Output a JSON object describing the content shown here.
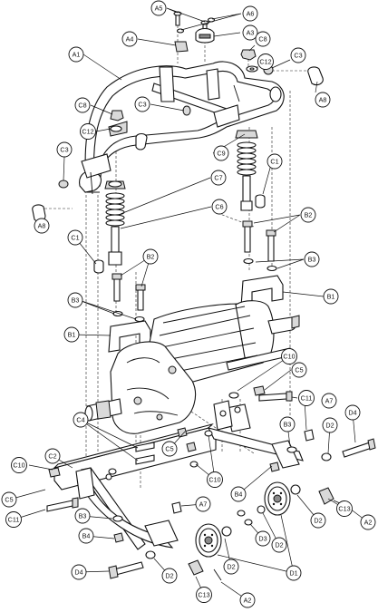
{
  "callouts": [
    {
      "id": "A5",
      "label": "A5"
    },
    {
      "id": "A6",
      "label": "A6"
    },
    {
      "id": "A4",
      "label": "A4"
    },
    {
      "id": "A3",
      "label": "A3"
    },
    {
      "id": "C8-top",
      "label": "C8"
    },
    {
      "id": "C12-top",
      "label": "C12"
    },
    {
      "id": "C3-top-right",
      "label": "C3"
    },
    {
      "id": "A1",
      "label": "A1"
    },
    {
      "id": "A8-right",
      "label": "A8"
    },
    {
      "id": "C3-mid",
      "label": "C3"
    },
    {
      "id": "C8-left",
      "label": "C8"
    },
    {
      "id": "C12-left",
      "label": "C12"
    },
    {
      "id": "C9",
      "label": "C9"
    },
    {
      "id": "C3-left",
      "label": "C3"
    },
    {
      "id": "C1-right",
      "label": "C1"
    },
    {
      "id": "C7",
      "label": "C7"
    },
    {
      "id": "A8-left",
      "label": "A8"
    },
    {
      "id": "C6",
      "label": "C6"
    },
    {
      "id": "B2-right",
      "label": "B2"
    },
    {
      "id": "C1-left",
      "label": "C1"
    },
    {
      "id": "B3-right",
      "label": "B3"
    },
    {
      "id": "B2-left",
      "label": "B2"
    },
    {
      "id": "B1-right",
      "label": "B1"
    },
    {
      "id": "B3-left",
      "label": "B3"
    },
    {
      "id": "B1-left",
      "label": "B1"
    },
    {
      "id": "C10-top",
      "label": "C10"
    },
    {
      "id": "C5-right",
      "label": "C5"
    },
    {
      "id": "C11-right",
      "label": "C11"
    },
    {
      "id": "A7-right",
      "label": "A7"
    },
    {
      "id": "D4-right",
      "label": "D4"
    },
    {
      "id": "C4",
      "label": "C4"
    },
    {
      "id": "B3-lower",
      "label": "B3"
    },
    {
      "id": "D2-right",
      "label": "D2"
    },
    {
      "id": "C5-mid",
      "label": "C5"
    },
    {
      "id": "C2",
      "label": "C2"
    },
    {
      "id": "C10-left",
      "label": "C10"
    },
    {
      "id": "C10-mid",
      "label": "C10"
    },
    {
      "id": "B4-right",
      "label": "B4"
    },
    {
      "id": "C13-right",
      "label": "C13"
    },
    {
      "id": "A2-right",
      "label": "A2"
    },
    {
      "id": "C5-left",
      "label": "C5"
    },
    {
      "id": "D2-lower-right",
      "label": "D2"
    },
    {
      "id": "A7-left",
      "label": "A7"
    },
    {
      "id": "C11-left",
      "label": "C11"
    },
    {
      "id": "B3-bottom",
      "label": "B3"
    },
    {
      "id": "D3",
      "label": "D3"
    },
    {
      "id": "B4-left",
      "label": "B4"
    },
    {
      "id": "D2-mid",
      "label": "D2"
    },
    {
      "id": "D2-bottom-left",
      "label": "D2"
    },
    {
      "id": "D4-left",
      "label": "D4"
    },
    {
      "id": "D2-bottom",
      "label": "D2"
    },
    {
      "id": "D1",
      "label": "D1"
    },
    {
      "id": "C13-left",
      "label": "C13"
    },
    {
      "id": "A2-left",
      "label": "A2"
    }
  ]
}
